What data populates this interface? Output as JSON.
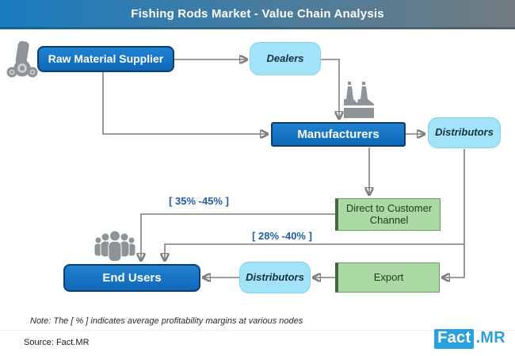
{
  "header": {
    "title": "Fishing Rods Market - Value Chain Analysis"
  },
  "nodes": {
    "raw_material_supplier": "Raw Material Supplier",
    "dealers": "Dealers",
    "manufacturers": "Manufacturers",
    "distributors_right": "Distributors",
    "direct_to_customer": "Direct to Customer Channel",
    "end_users": "End Users",
    "distributors_bottom": "Distributors",
    "export": "Export"
  },
  "margins": {
    "direct_channel": "[ 35% -45% ]",
    "export_channel": "[ 28% -40% ]"
  },
  "icons": {
    "raw_material": "raw-material-rods-icon",
    "manufacturers": "factory-icon",
    "end_users": "people-group-icon"
  },
  "note": "Note: The [ % ] indicates average profitability margins at various nodes",
  "source": "Source: Fact.MR",
  "logo": {
    "fact": "Fact",
    "mr": ".MR"
  },
  "colors": {
    "header_left": "#1a7cc0",
    "header_right": "#727c80",
    "primary_blue": "#1474c4",
    "light_blue": "#a2e3f9",
    "green": "#abd9a3",
    "arrow_gray": "#7f7f7f",
    "margin_label_blue": "#1f5da8",
    "logo_blue": "#2aa0dc",
    "icon_gray": "#8d9396"
  }
}
